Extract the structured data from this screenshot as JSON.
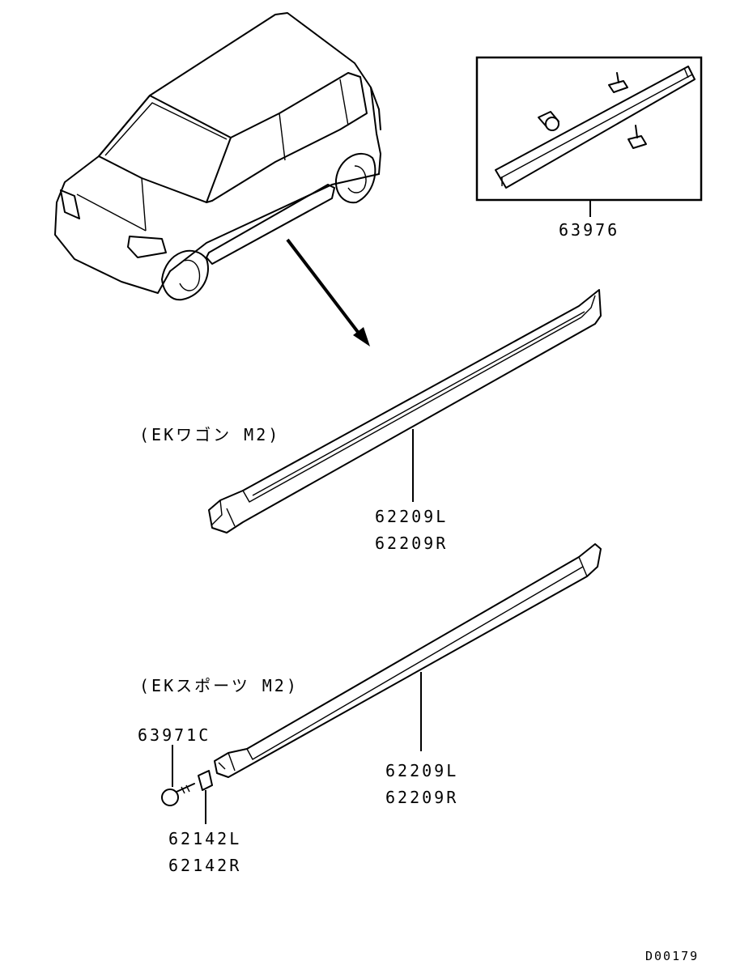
{
  "labels": {
    "inset_part": "63976",
    "variant_wagon": "(EKワゴン  M2)",
    "wagon_part_left": "62209L",
    "wagon_part_right": "62209R",
    "variant_sports": "(EKスポーツ  M2)",
    "sports_part_left": "62209L",
    "sports_part_right": "62209R",
    "screw_part": "63971C",
    "clip_part_left": "62142L",
    "clip_part_right": "62142R",
    "diagram_code": "D00179"
  }
}
